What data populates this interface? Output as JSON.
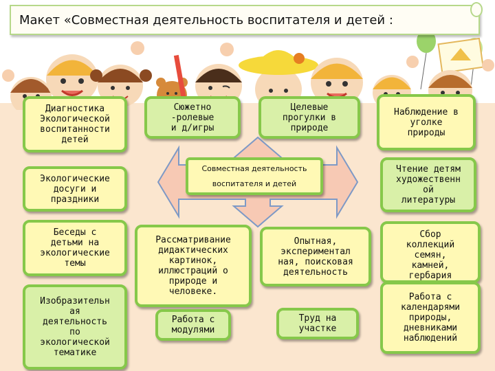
{
  "title": "Макет «Совместная деятельность  воспитателя и детей :",
  "center": "Совместная деятельность\nвоспитателя и детей",
  "boxes": {
    "diagnostika": "Диагностика\nЭкологической\nвоспитанности\nдетей",
    "syuzhetno": "Сюжетно\n-ролевые\nи д/игры",
    "progulki": "Целевые\nпрогулки в\nприроде",
    "nablyudenie": "Наблюдение в\nуголке\nприроды",
    "dosugi": "Экологические\nдосуги и\nпраздники",
    "chtenie": "Чтение детям\nхудожественн\nой\nлитературы",
    "besedy": "Беседы с\nдетьми на\nэкологические\nтемы",
    "rassmatrivanie": "Рассматривание\nдидактических\nкартинок,\nиллюстраций о\nприроде и\nчеловеке.",
    "opytnaya": "Опытная,\nэкспериментал\nная, поисковая\nдеятельность",
    "sbor": "Сбор\nколлекций\nсемян,\nкамней,\nгербария",
    "izobrazitelnaya": "Изобразительн\nая\nдеятельность\nпо\nэкологической\nтематике",
    "moduli": "Работа с\nмодулями",
    "trud": "Труд на\nучастке",
    "kalendari": "Работа с\nкалендарями\nприроды,\nдневниками\nнаблюдений"
  },
  "colors": {
    "box_fill": "#fff9b5",
    "box_fill_green": "#d9f0a8",
    "box_border": "#86c84a",
    "arrow_fill": "#f7c9b4",
    "arrow_border": "#7d99c6",
    "background": "#fbe6cf"
  }
}
